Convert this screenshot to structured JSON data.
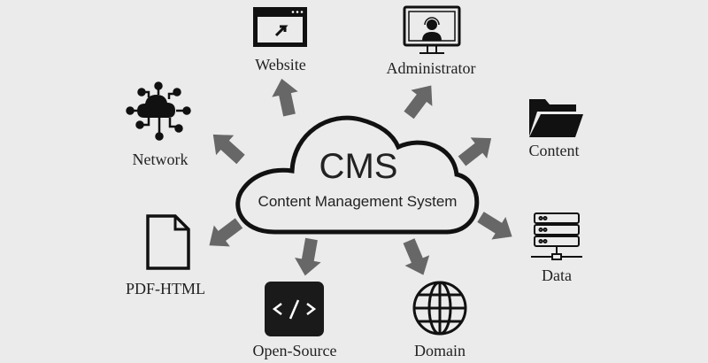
{
  "center": {
    "title": "CMS",
    "subtitle": "Content Management System"
  },
  "nodes": [
    {
      "label": "Website",
      "icon": "browser-window-icon"
    },
    {
      "label": "Administrator",
      "icon": "admin-monitor-icon"
    },
    {
      "label": "Network",
      "icon": "cloud-network-icon"
    },
    {
      "label": "Content",
      "icon": "folder-icon"
    },
    {
      "label": "PDF-HTML",
      "icon": "document-icon"
    },
    {
      "label": "Data",
      "icon": "server-icon"
    },
    {
      "label": "Open-Source",
      "icon": "code-icon"
    },
    {
      "label": "Domain",
      "icon": "globe-icon"
    }
  ],
  "colors": {
    "background": "#ebebeb",
    "arrow": "#676767",
    "ink": "#111111"
  }
}
